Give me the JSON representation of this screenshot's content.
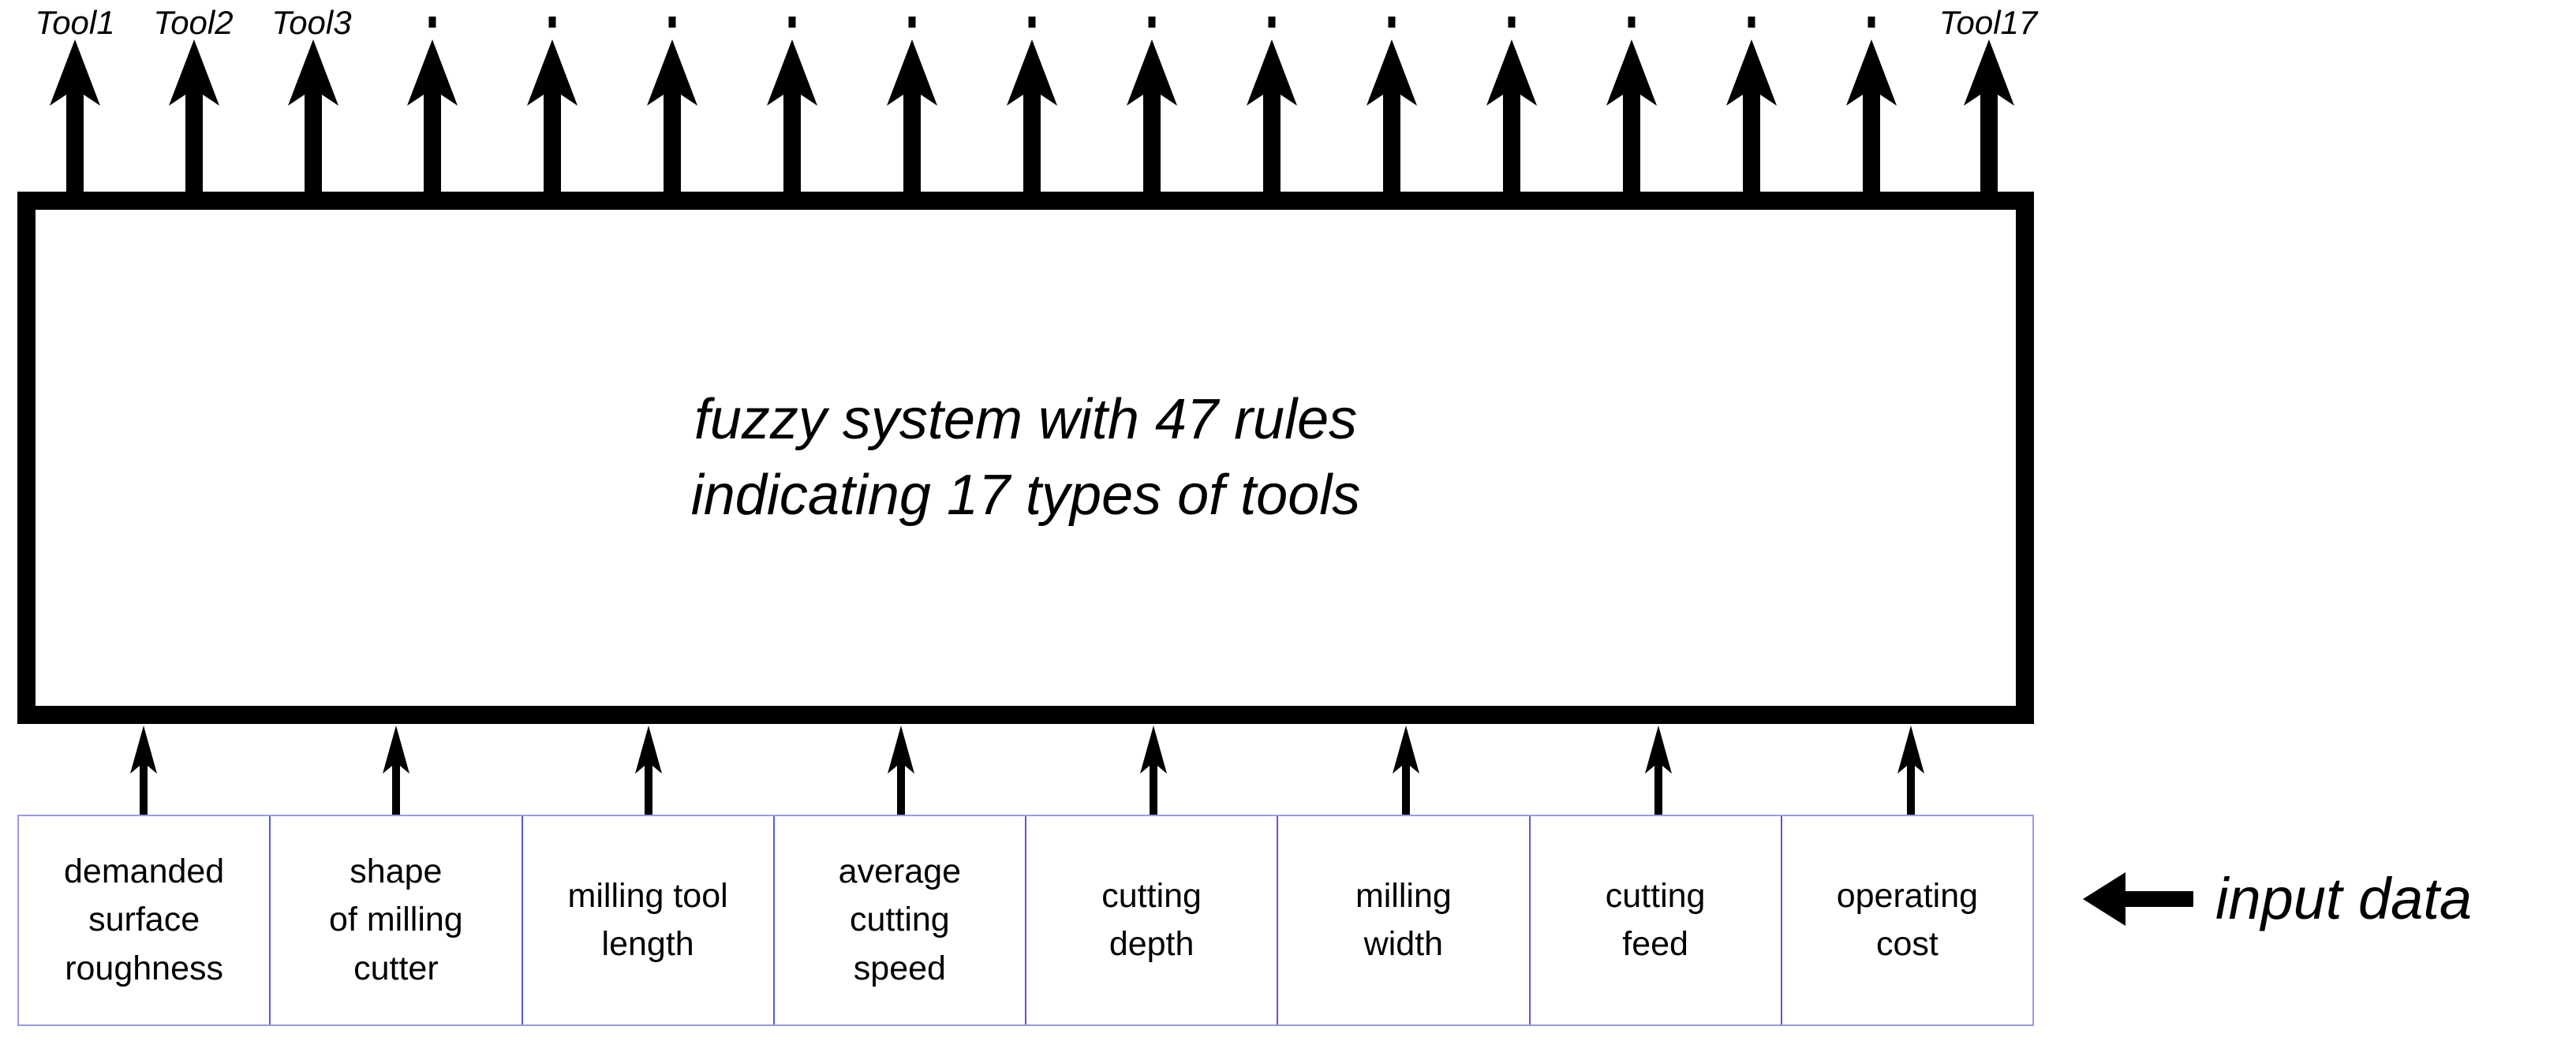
{
  "diagram": {
    "title": "fuzzy system tool-selection block diagram",
    "outputs": {
      "first_labels": [
        "Tool1",
        "Tool2",
        "Tool3"
      ],
      "last_label": "Tool17",
      "arrow_count": 17,
      "dot_count": 13,
      "dot_glyph": "."
    },
    "system_box": {
      "line1": "fuzzy system with 47 rules",
      "line2": "indicating 17 types of tools",
      "rules": 47,
      "tool_types": 17,
      "border_color": "#000000",
      "fill_color": "#ffffff"
    },
    "inputs": {
      "caption": "input data",
      "caption_arrow_glyph": "←",
      "border_color": "#5555ee",
      "cells": [
        {
          "label": "demanded\nsurface\nroughness"
        },
        {
          "label": "shape\nof milling\ncutter"
        },
        {
          "label": "milling tool\nlength"
        },
        {
          "label": "average\ncutting\nspeed"
        },
        {
          "label": "cutting\ndepth"
        },
        {
          "label": "milling\nwidth"
        },
        {
          "label": "cutting\nfeed"
        },
        {
          "label": "operating\ncost"
        }
      ]
    }
  }
}
